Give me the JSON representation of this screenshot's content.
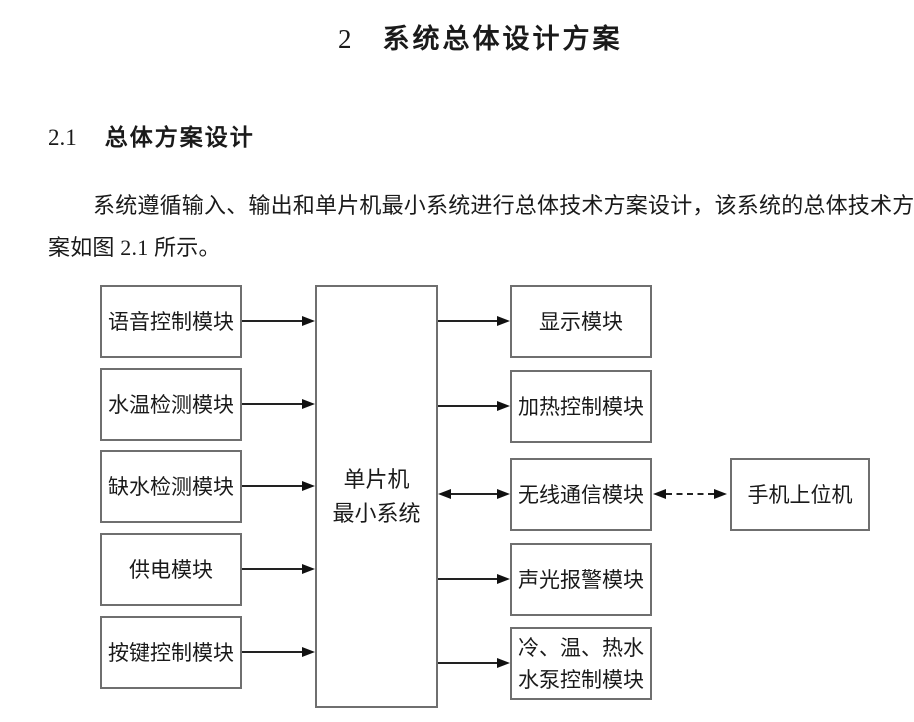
{
  "document": {
    "chapter_number": "2",
    "chapter_title": "系统总体设计方案",
    "section_number": "2.1",
    "section_title": "总体方案设计",
    "paragraph_lines": [
      "系统遵循输入、输出和单片机最小系统进行总体技术方案设计，该系统的总体技术方",
      "案如图 2.1 所示。"
    ]
  },
  "diagram": {
    "mcu": {
      "lines": [
        "单片机",
        "最小系统"
      ]
    },
    "left_modules": [
      {
        "lines": [
          "语音控制模块"
        ]
      },
      {
        "lines": [
          "水温检测模块"
        ]
      },
      {
        "lines": [
          "缺水检测模块"
        ]
      },
      {
        "lines": [
          "供电模块"
        ]
      },
      {
        "lines": [
          "按键控制模块"
        ]
      }
    ],
    "right_modules": [
      {
        "lines": [
          "显示模块"
        ]
      },
      {
        "lines": [
          "加热控制模块"
        ]
      },
      {
        "lines": [
          "无线通信模块"
        ]
      },
      {
        "lines": [
          "声光报警模块"
        ]
      },
      {
        "lines": [
          "冷、温、热水",
          "水泵控制模块"
        ]
      }
    ],
    "remote": {
      "lines": [
        "手机上位机"
      ]
    },
    "connections": [
      {
        "from": "语音控制模块",
        "to": "单片机最小系统",
        "line": "solid",
        "arrows": "one-way"
      },
      {
        "from": "水温检测模块",
        "to": "单片机最小系统",
        "line": "solid",
        "arrows": "one-way"
      },
      {
        "from": "缺水检测模块",
        "to": "单片机最小系统",
        "line": "solid",
        "arrows": "one-way"
      },
      {
        "from": "供电模块",
        "to": "单片机最小系统",
        "line": "solid",
        "arrows": "one-way"
      },
      {
        "from": "按键控制模块",
        "to": "单片机最小系统",
        "line": "solid",
        "arrows": "one-way"
      },
      {
        "from": "单片机最小系统",
        "to": "显示模块",
        "line": "solid",
        "arrows": "one-way"
      },
      {
        "from": "单片机最小系统",
        "to": "加热控制模块",
        "line": "solid",
        "arrows": "one-way"
      },
      {
        "from": "单片机最小系统",
        "to": "无线通信模块",
        "line": "solid",
        "arrows": "two-way"
      },
      {
        "from": "单片机最小系统",
        "to": "声光报警模块",
        "line": "solid",
        "arrows": "one-way"
      },
      {
        "from": "单片机最小系统",
        "to": "冷、温、热水水泵控制模块",
        "line": "solid",
        "arrows": "one-way"
      },
      {
        "from": "无线通信模块",
        "to": "手机上位机",
        "line": "dashed",
        "arrows": "two-way"
      }
    ],
    "colors": {
      "box_border": "#6f6f6f",
      "connector_line": "#222222",
      "text": "#1a1a1a",
      "background": "#ffffff"
    }
  }
}
